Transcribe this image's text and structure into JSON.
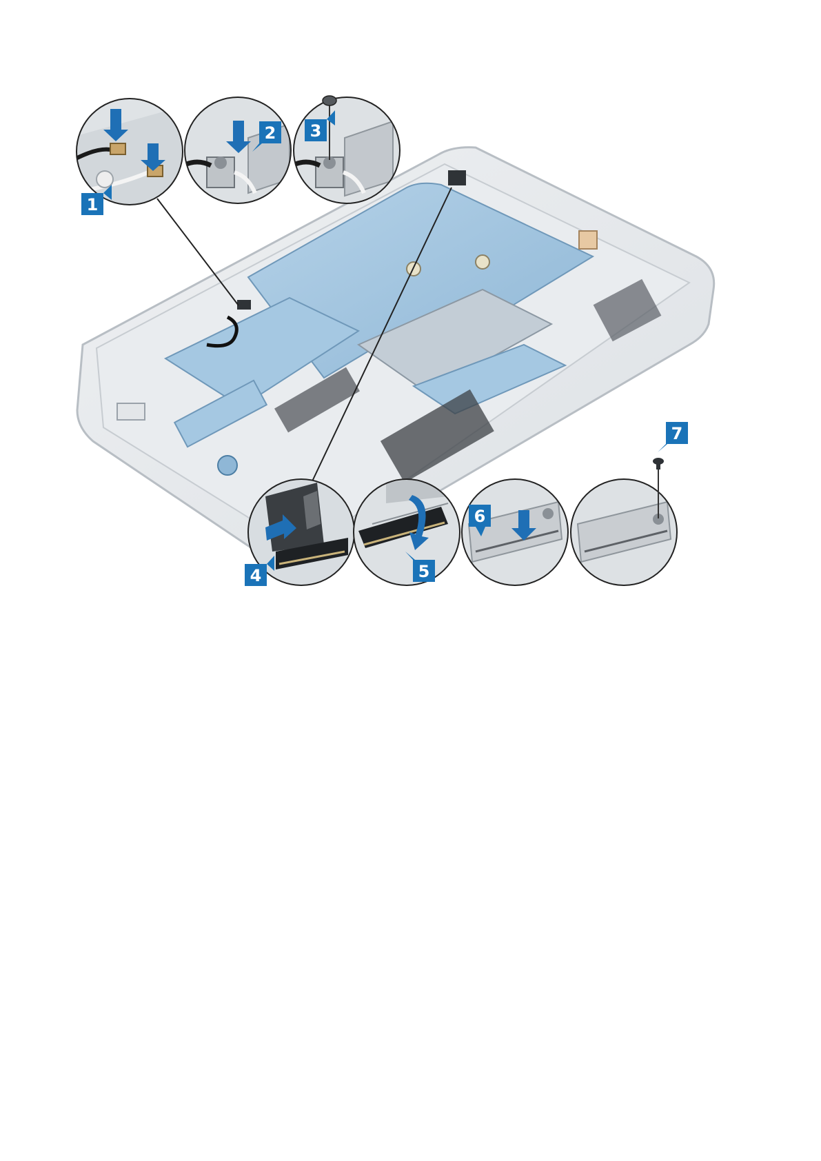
{
  "figure": {
    "description_free": true,
    "colors": {
      "badge": "#1a73b8",
      "arrow": "#1f6fb5",
      "board": "#9fc3df",
      "board_dark": "#7fa9c9",
      "chassis": "#e6e9ec",
      "chassis_edge": "#b8bec4",
      "metal": "#c9cdd1",
      "callout_line": "#222222"
    },
    "steps": [
      {
        "label": "1"
      },
      {
        "label": "2"
      },
      {
        "label": "3"
      },
      {
        "label": "4"
      },
      {
        "label": "5"
      },
      {
        "label": "6"
      },
      {
        "label": "7"
      }
    ]
  }
}
